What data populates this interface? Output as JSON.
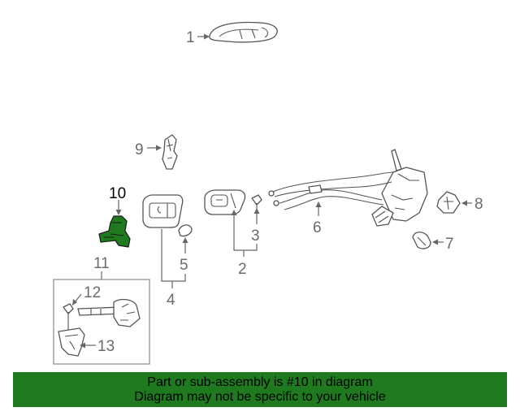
{
  "callouts": {
    "c1": "1",
    "c2": "2",
    "c3": "3",
    "c4": "4",
    "c5": "5",
    "c6": "6",
    "c7": "7",
    "c8": "8",
    "c9": "9",
    "c10": "10",
    "c11": "11",
    "c12": "12",
    "c13": "13"
  },
  "highlighted_part": "10",
  "colors": {
    "highlight": "#1f7a1f",
    "banner": "#1f7a1f",
    "line": "#555555"
  },
  "banner": {
    "line1": "Part or sub-assembly is #10 in diagram",
    "line2": "Diagram may not be specific to your vehicle"
  }
}
